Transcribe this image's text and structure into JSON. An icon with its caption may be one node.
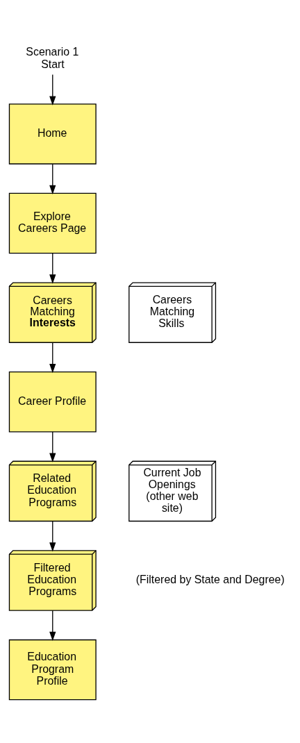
{
  "diagram": {
    "nodes": [
      {
        "text": [
          "Scenario 1 Start"
        ]
      },
      {
        "text": [
          "Home"
        ]
      },
      {
        "text": [
          "Explore Careers Page"
        ]
      },
      {
        "text": [
          "Careers Matching **Interests**"
        ]
      },
      {
        "text": [
          "Careers Matching Skills"
        ]
      },
      {
        "text": [
          "Career Profile"
        ]
      },
      {
        "text": [
          "Related Education Programs"
        ]
      },
      {
        "text": [
          "Current Job Openings (other web site)"
        ]
      },
      {
        "text": [
          "Filtered Education Programs"
        ],
        "beside": [
          "(Filtered by State and Degree)"
        ]
      },
      {
        "text": [
          "Education Program Profile"
        ]
      }
    ],
    "edges": [
      {
        "from": 0,
        "to": 1,
        "arrow": "to"
      },
      {
        "from": 1,
        "to": 2,
        "arrow": "to"
      },
      {
        "from": 2,
        "to": 3,
        "arrow": "to"
      },
      {
        "from": 3,
        "to": 5,
        "arrow": "to"
      },
      {
        "from": 5,
        "to": 6,
        "arrow": "to"
      },
      {
        "from": 6,
        "to": 8,
        "arrow": "to"
      },
      {
        "from": 8,
        "to": 9,
        "arrow": "to"
      }
    ]
  }
}
